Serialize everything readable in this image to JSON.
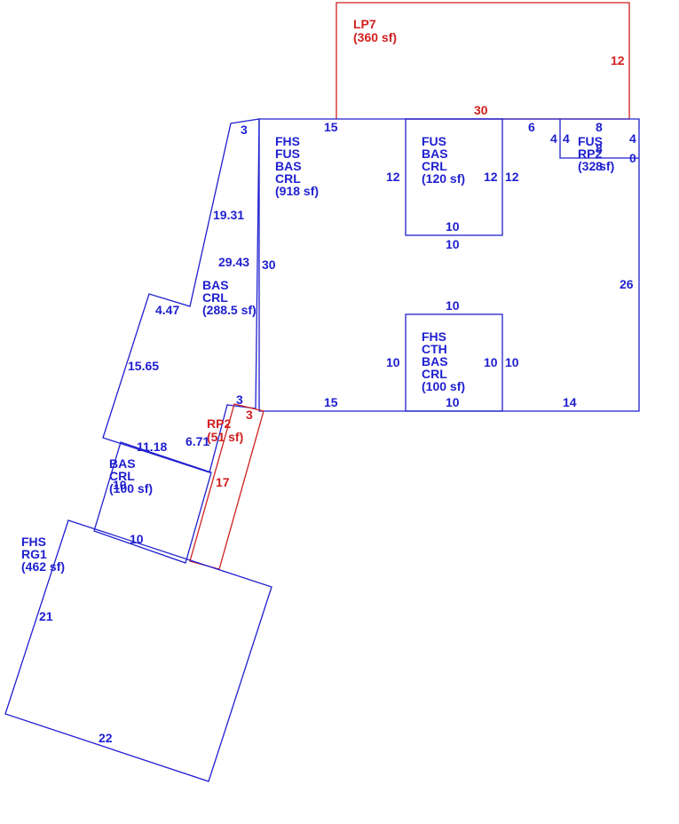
{
  "colors": {
    "main": "#1f1fd0",
    "addition": "#d01f1f",
    "background": "#ffffff"
  },
  "areas": {
    "lp7": {
      "lines": [
        "LP7",
        "(360 sf)"
      ]
    },
    "main": {
      "lines": [
        "FHS",
        "FUS",
        "BAS",
        "CRL",
        "(918 sf)"
      ]
    },
    "upper_center": {
      "lines": [
        "FUS",
        "BAS",
        "CRL",
        "(120 sf)"
      ]
    },
    "rp2_top": {
      "lines": [
        "FUS",
        "RP2",
        "(32 sf)"
      ]
    },
    "bas_mid": {
      "lines": [
        "BAS",
        "CRL",
        "(288.5 sf)"
      ]
    },
    "lower_center": {
      "lines": [
        "FHS",
        "CTH",
        "BAS",
        "CRL",
        "(100 sf)"
      ]
    },
    "rp2_low": {
      "lines": [
        "RP2",
        "(51 sf)"
      ]
    },
    "bas_small": {
      "lines": [
        "BAS",
        "CRL",
        "(100 sf)"
      ]
    },
    "rg1": {
      "lines": [
        "FHS",
        "RG1",
        "(462 sf)"
      ]
    }
  },
  "dimensions": {
    "lp7_top": "30",
    "lp7_right": "12",
    "main_top_left": "15",
    "uc_left": "12",
    "uc_right_in": "12",
    "uc_right_out": "12",
    "uc_bottom_in": "10",
    "uc_bottom_out": "10",
    "top_mid": "6",
    "rp2_left_outer": "4",
    "rp2_left_inner": "4",
    "rp2_top": "8",
    "rp2_right": "4",
    "rp2_bottom_a": "8",
    "rp2_bottom_b": "8",
    "rp2_zero": "0",
    "right_side": "26",
    "main_left": "30",
    "lc_top": "10",
    "lc_left": "10",
    "lc_right_in": "10",
    "lc_right_out": "10",
    "lc_bottom": "10",
    "main_bottom_left": "15",
    "main_bottom_right": "14",
    "bas_top": "3",
    "bas_upper": "19.31",
    "bas_inner": "29.43",
    "bas_notch": "4.47",
    "bas_lower": "15.65",
    "bas_bottom": "3",
    "small_top": "11.18",
    "small_right": "6.71",
    "small_left": "10",
    "small_bottom": "10",
    "rp2_low_top": "3",
    "rp2_low_side": "17",
    "rg1_left": "21",
    "rg1_bottom": "22"
  }
}
